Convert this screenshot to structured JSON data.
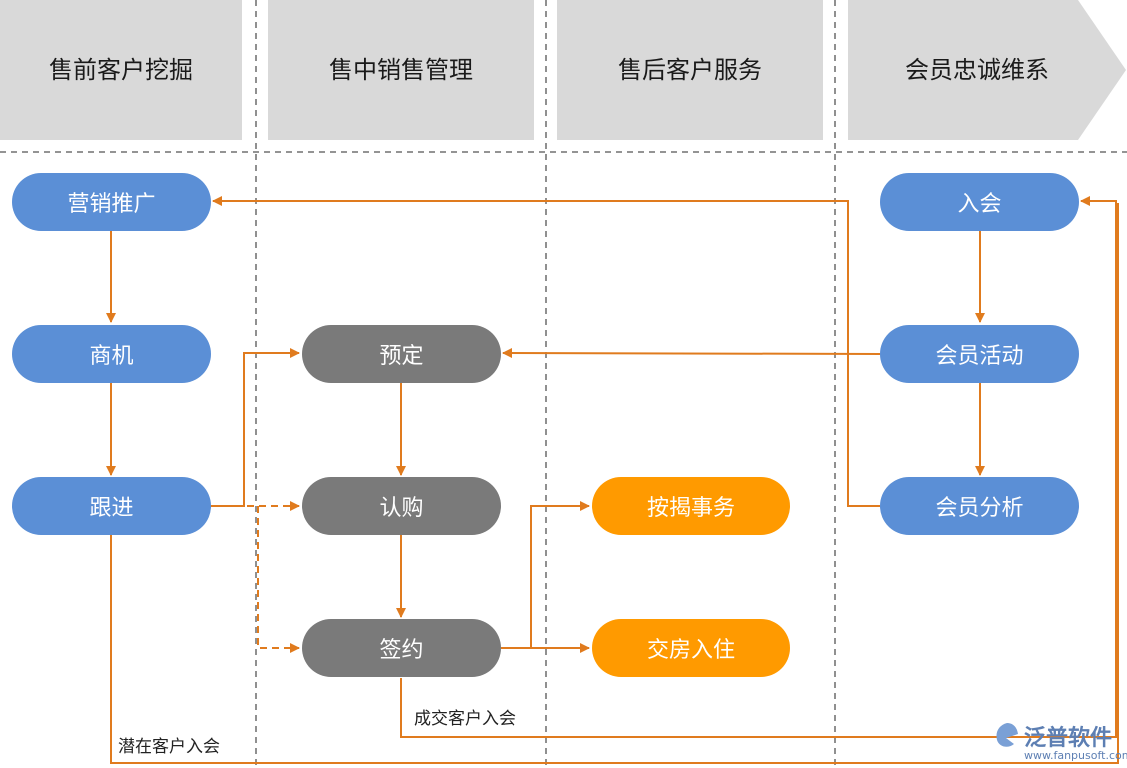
{
  "columns": [
    {
      "label": "售前客户挖掘"
    },
    {
      "label": "售中销售管理"
    },
    {
      "label": "售后客户服务"
    },
    {
      "label": "会员忠诚维系"
    }
  ],
  "nodes": {
    "marketing": "营销推广",
    "opportunity": "商机",
    "follow_up": "跟进",
    "reservation": "预定",
    "subscription": "认购",
    "contract": "签约",
    "mortgage": "按揭事务",
    "handover": "交房入住",
    "join": "入会",
    "member_activity": "会员活动",
    "member_analysis": "会员分析"
  },
  "annotations": {
    "deal_customer_join": "成交客户入会",
    "potential_customer_join": "潜在客户入会"
  },
  "logo": {
    "name": "泛普软件",
    "url": "www.fanpusoft.com"
  },
  "colors": {
    "header_bg": "#d9d9d9",
    "blue_node": "#5b8fd6",
    "gray_node": "#7a7a7a",
    "orange_node": "#ff9a00",
    "arrow": "#e07b1e",
    "divider": "#555555"
  }
}
